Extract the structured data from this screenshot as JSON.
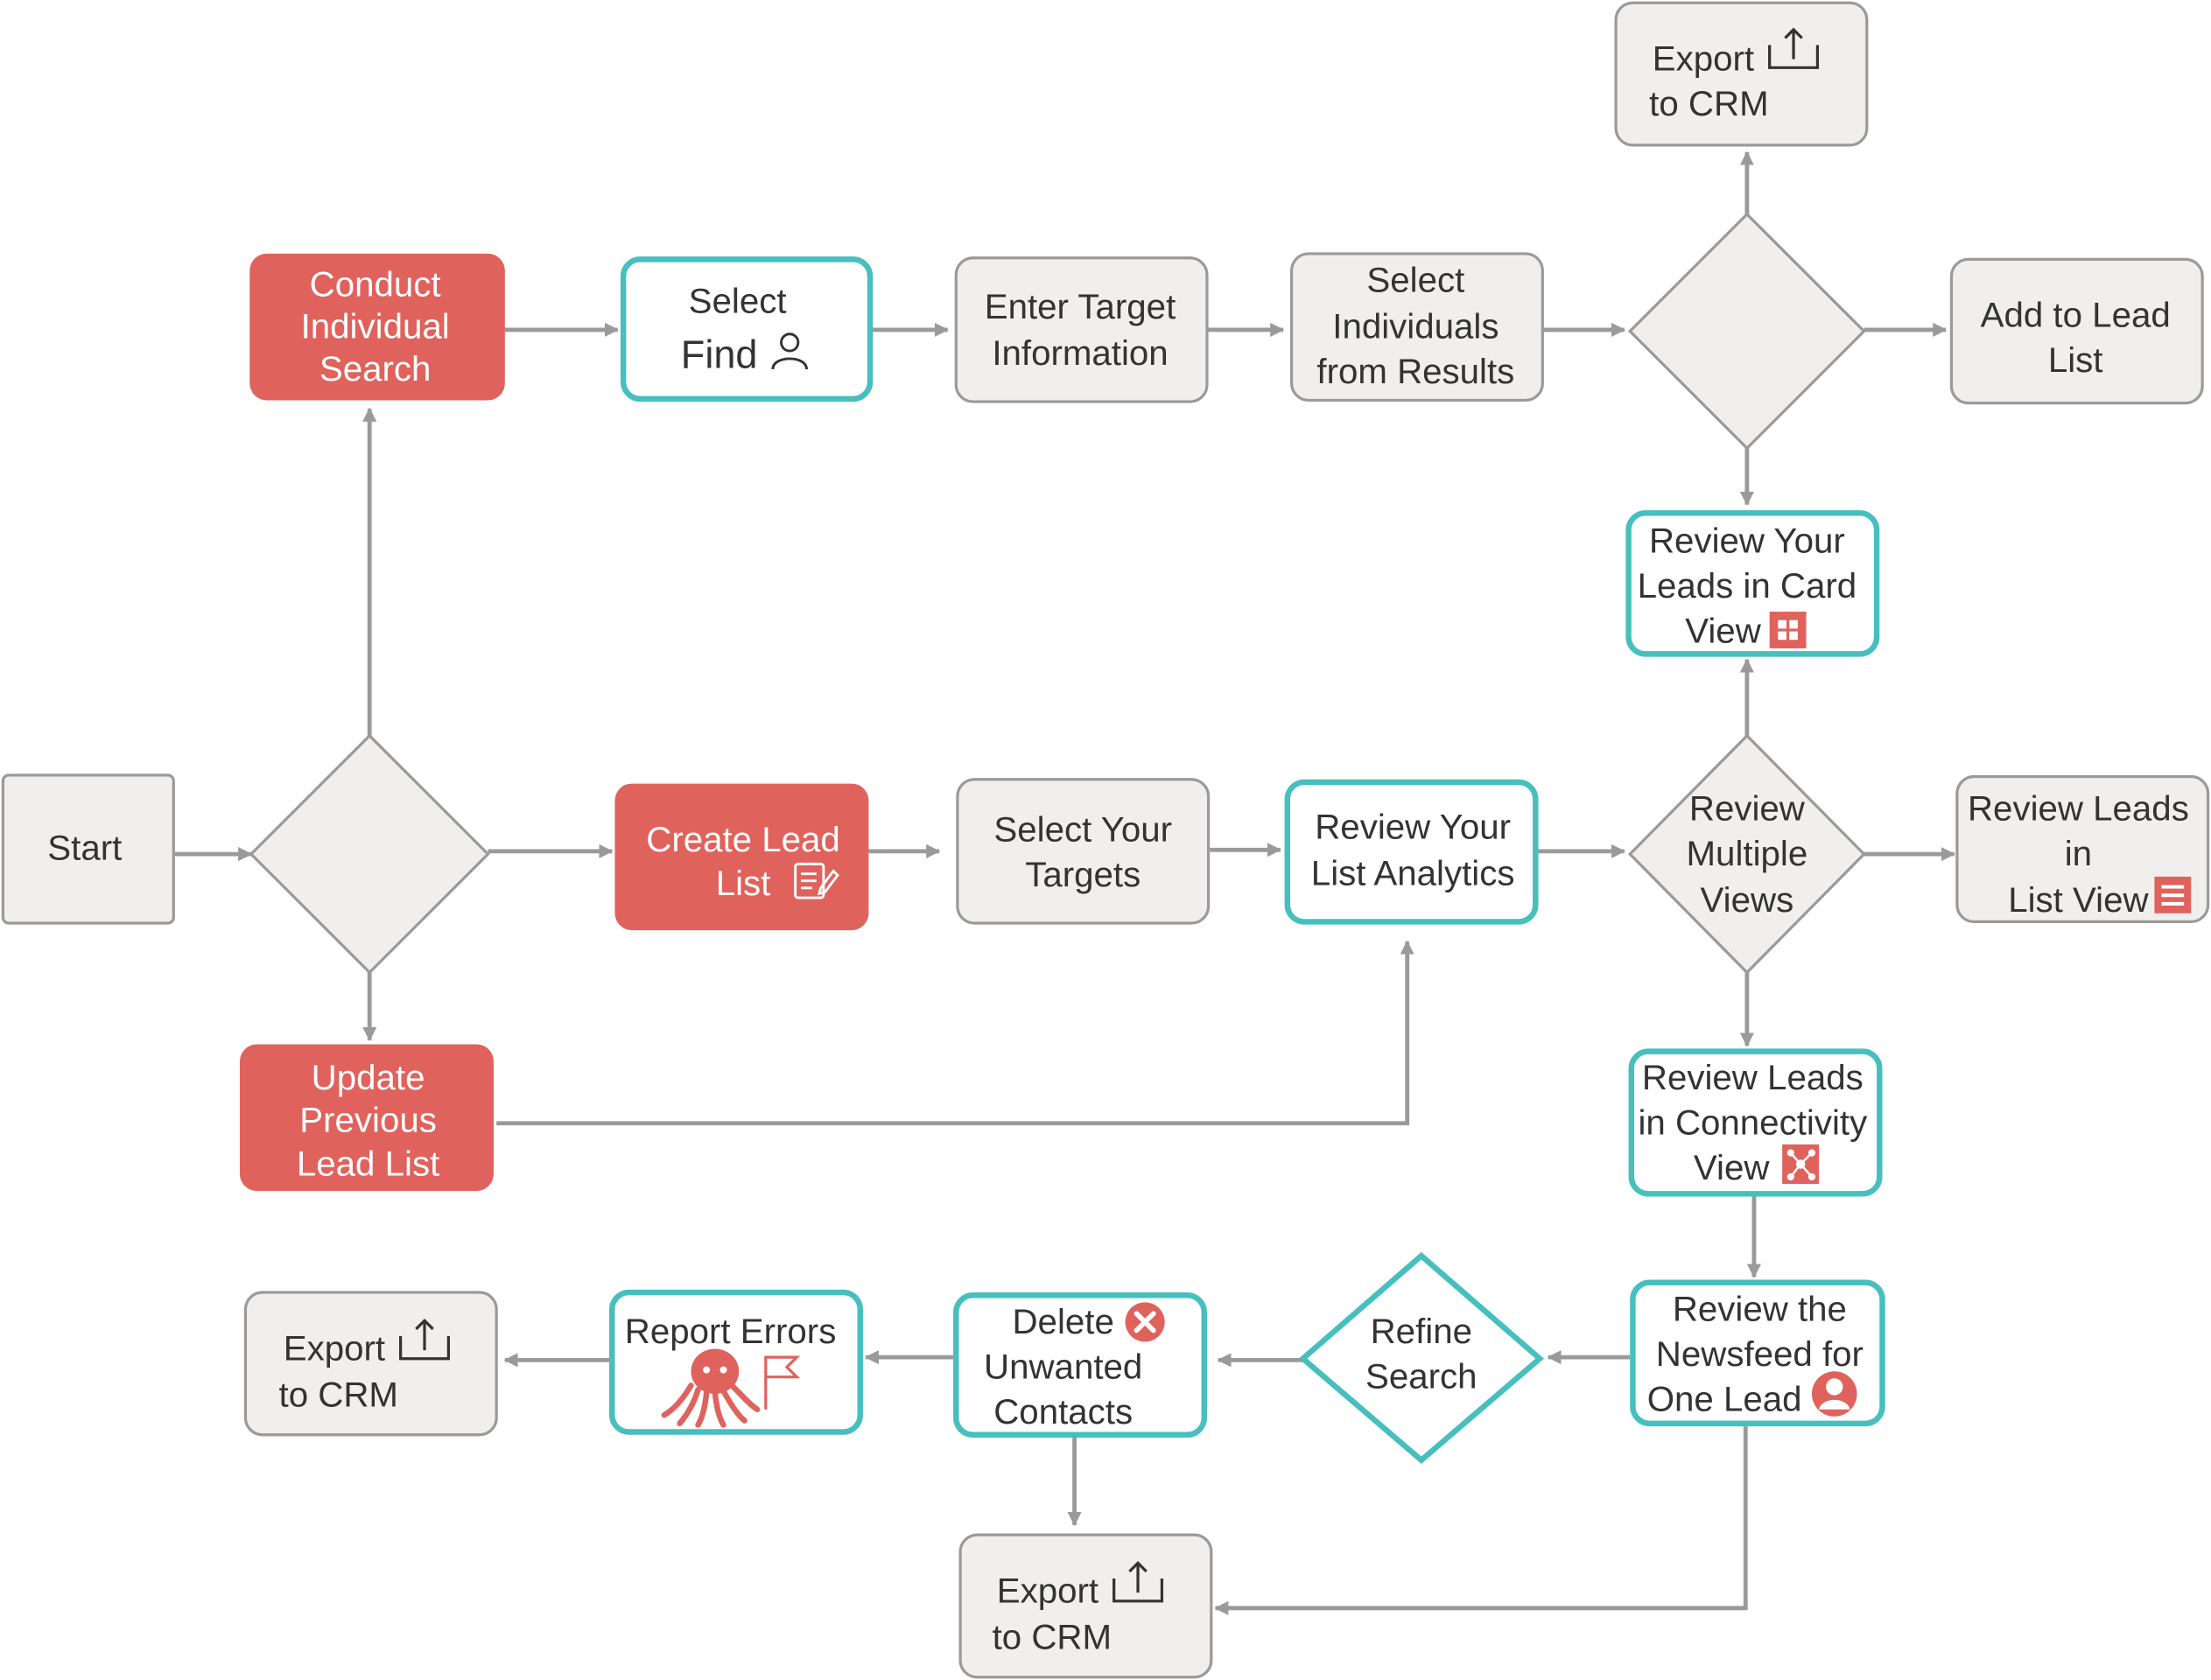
{
  "nodes": {
    "start": {
      "lines": [
        "Start"
      ]
    },
    "conduct_search": {
      "lines": [
        "Conduct",
        "Individual",
        "Search"
      ]
    },
    "select_find": {
      "lines": [
        "Select",
        "Find"
      ]
    },
    "enter_target": {
      "lines": [
        "Enter Target",
        "Information"
      ]
    },
    "select_individuals": {
      "lines": [
        "Select",
        "Individuals",
        "from Results"
      ]
    },
    "export_top": {
      "lines": [
        "Export",
        "to CRM"
      ]
    },
    "add_to_lead_list": {
      "lines": [
        "Add to Lead",
        "List"
      ]
    },
    "review_card_view": {
      "lines": [
        "Review Your",
        "Leads in Card",
        "View"
      ]
    },
    "create_lead_list": {
      "lines": [
        "Create Lead",
        "List"
      ]
    },
    "select_targets": {
      "lines": [
        "Select Your",
        "Targets"
      ]
    },
    "review_analytics": {
      "lines": [
        "Review Your",
        "List Analytics"
      ]
    },
    "review_multiple_views": {
      "lines": [
        "Review",
        "Multiple",
        "Views"
      ]
    },
    "review_list_view": {
      "lines": [
        "Review Leads",
        "in",
        "List View"
      ]
    },
    "update_previous": {
      "lines": [
        "Update",
        "Previous",
        "Lead List"
      ]
    },
    "review_connectivity": {
      "lines": [
        "Review Leads",
        "in Connectivity",
        "View"
      ]
    },
    "review_newsfeed": {
      "lines": [
        "Review the",
        "Newsfeed for",
        "One Lead"
      ]
    },
    "refine_search": {
      "lines": [
        "Refine",
        "Search"
      ]
    },
    "delete_unwanted": {
      "lines": [
        "Delete",
        "Unwanted",
        "Contacts"
      ]
    },
    "report_errors": {
      "lines": [
        "Report Errors"
      ]
    },
    "export_left": {
      "lines": [
        "Export",
        "to CRM"
      ]
    },
    "export_bottom": {
      "lines": [
        "Export",
        "to CRM"
      ]
    }
  },
  "icons": {
    "person": "person-outline-icon",
    "notepad": "notepad-edit-icon",
    "upload": "upload-export-icon",
    "grid": "grid-view-icon",
    "list": "list-view-icon",
    "network": "network-graph-icon",
    "user_circle": "user-circle-icon",
    "delete": "delete-x-icon",
    "octopus": "octopus-mascot-icon",
    "flag": "flag-icon"
  },
  "colors": {
    "red_fill": "#E0625C",
    "gray_fill": "#F0EFEE",
    "gray_border": "#9A9A9A",
    "teal_border": "#46BFBE",
    "connector": "#999999",
    "text_dark": "#333333",
    "text_light": "#FFFFFF"
  }
}
